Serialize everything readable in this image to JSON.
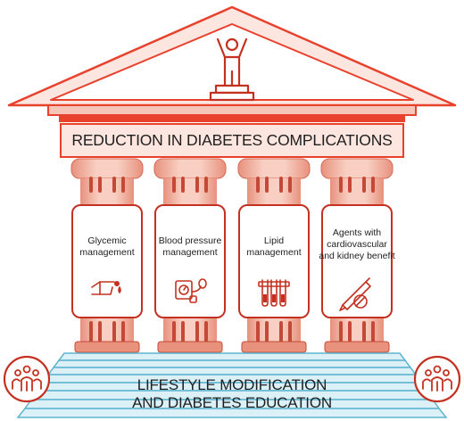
{
  "banner": {
    "title": "REDUCTION IN DIABETES COMPLICATIONS"
  },
  "pillars": [
    {
      "label": "Glycemic management",
      "icon": "glucose-finger-prick-icon"
    },
    {
      "label": "Blood pressure management",
      "icon": "blood-pressure-monitor-icon"
    },
    {
      "label": "Lipid management",
      "icon": "test-tubes-icon"
    },
    {
      "label": "Agents with cardiovascular and kidney benefit",
      "icon": "pen-and-pill-icon"
    }
  ],
  "foundation": {
    "line1": "LIFESTYLE MODIFICATION",
    "line2": "AND DIABETES EDUCATION"
  },
  "icons": {
    "top": "person-raised-arms-icon",
    "left": "group-people-icon",
    "right": "group-people-icon"
  },
  "colors": {
    "roof_stroke": "#e8412c",
    "roof_fill": "#fde6df",
    "roof_band": "#f5c5b8",
    "column_fill": "#f6c2b4",
    "column_dark": "#c44a37",
    "card_stroke": "#c43121",
    "steps_fill": "#dcf1f7",
    "steps_stroke": "#5fb4cf",
    "icon_red": "#c43121"
  }
}
